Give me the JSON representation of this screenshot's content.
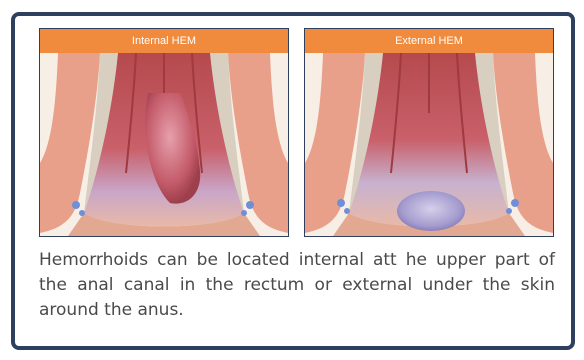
{
  "panels": [
    {
      "label": "Internal HEM",
      "illustration": "internal-hemorrhoid-cross-section"
    },
    {
      "label": "External HEM",
      "illustration": "external-hemorrhoid-cross-section"
    }
  ],
  "caption": "Hemorrhoids can be located internal att he upper part of the anal canal in the rectum or external under the skin around the anus.",
  "colors": {
    "border": "#2f3f60",
    "label_background": "#f08a3c",
    "label_text": "#ffffff",
    "caption_text": "#4a4a4a"
  }
}
